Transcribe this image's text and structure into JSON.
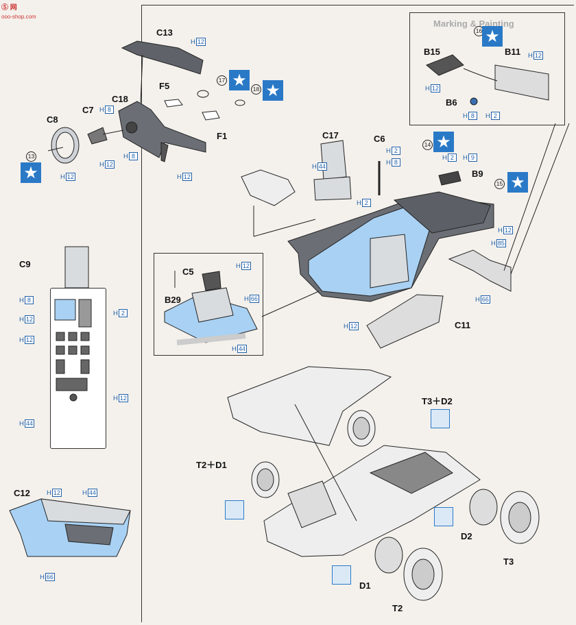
{
  "watermark": {
    "top": "Ⓢ 网",
    "bottom": "ooo-shop.com"
  },
  "header_text": "Marking & Painting",
  "colors": {
    "accent": "#2a79c7",
    "panel_blue": "#a9d1f3",
    "part_gray": "#6b6f75",
    "line": "#222222"
  },
  "icons": {
    "star": "star-icon",
    "no_glue": "no-cement-icon"
  },
  "parts": {
    "c13": "C13",
    "c18": "C18",
    "c7": "C7",
    "c8": "C8",
    "f5": "F5",
    "f1": "F1",
    "c17": "C17",
    "c6": "C6",
    "b15": "B15",
    "b11": "B11",
    "b6": "B6",
    "b9": "B9",
    "c5": "C5",
    "b29": "B29",
    "c11": "C11",
    "c9": "C9",
    "c12": "C12",
    "t3d2": "T3＋D2",
    "t2d1": "T2＋D1",
    "d2": "D2",
    "t3": "T3",
    "d1": "D1",
    "t2": "T2"
  },
  "codes": {
    "h": "H",
    "c13_h": "12",
    "c7_h": "8",
    "c7_h2": "12",
    "c18_h": "8",
    "c8_h": "12",
    "f1_h": "12",
    "c17_h": "44",
    "c17_h2": "2",
    "c6_h1": "2",
    "c6_h2": "8",
    "b9_h1": "2",
    "b9_h2": "9",
    "b15_h": "12",
    "b11_h": "12",
    "b6_h1": "8",
    "b6_h2": "2",
    "tub_h12": "12",
    "tub_h85": "85",
    "tub_h66": "66",
    "tub_h12b": "12",
    "c5_h": "12",
    "b29_h66": "66",
    "b29_h44": "44",
    "c9_h8": "8",
    "c9_h12a": "12",
    "c9_h2": "2",
    "c9_h12b": "12",
    "c9_h12c": "12",
    "c9_h44": "44",
    "c12_h12": "12",
    "c12_h44": "44",
    "c12_h66": "66"
  },
  "steps": {
    "s13": "13",
    "s14": "14",
    "s15": "15",
    "s16": "16",
    "s17": "17",
    "s18": "18"
  },
  "star_glyph": "★"
}
